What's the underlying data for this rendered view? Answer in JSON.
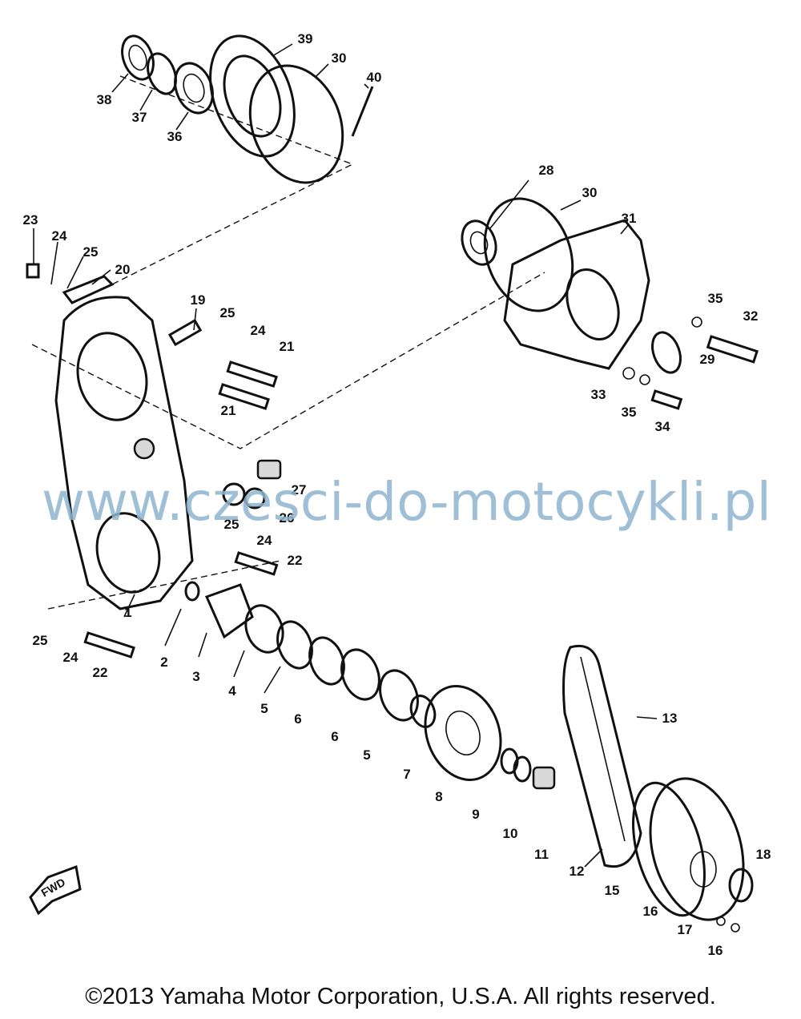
{
  "watermark": "www.czesci-do-motocykli.pl",
  "copyright": "©2013 Yamaha Motor Corporation, U.S.A. All rights reserved.",
  "fwd_marker": "FWD",
  "part_labels": [
    "1",
    "2",
    "3",
    "4",
    "5",
    "5",
    "6",
    "6",
    "7",
    "8",
    "9",
    "10",
    "11",
    "12",
    "13",
    "15",
    "16",
    "16",
    "17",
    "18",
    "19",
    "20",
    "21",
    "21",
    "22",
    "22",
    "23",
    "24",
    "24",
    "24",
    "24",
    "25",
    "25",
    "25",
    "25",
    "26",
    "27",
    "28",
    "29",
    "30",
    "30",
    "31",
    "32",
    "33",
    "34",
    "35",
    "35",
    "36",
    "37",
    "38",
    "39",
    "40"
  ]
}
